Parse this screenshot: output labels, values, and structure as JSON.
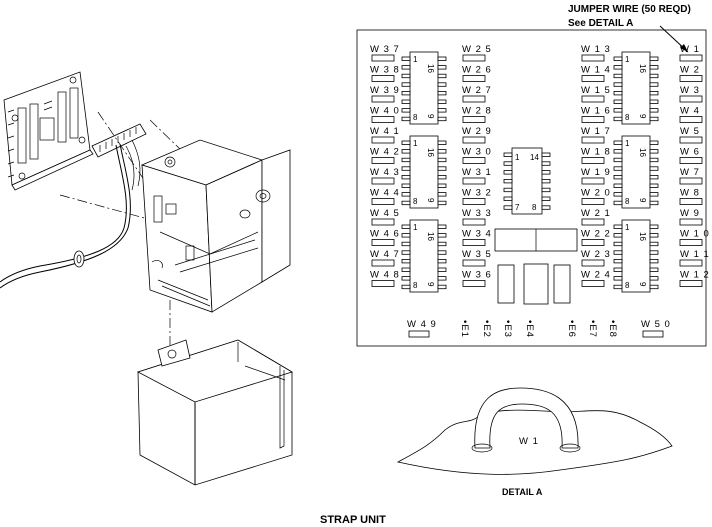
{
  "title": "STRAP UNIT",
  "callout": {
    "title": "JUMPER WIRE (50 REQD)",
    "subtitle": "See DETAIL A"
  },
  "detail": {
    "caption": "DETAIL A",
    "jumper_label": "W 1"
  },
  "board": {
    "col1_straps": [
      "W 3 7",
      "W 3 8",
      "W 3 9",
      "W 4 0",
      "W 4 1",
      "W 4 2",
      "W 4 3",
      "W 4 4",
      "W 4 5",
      "W 4 6",
      "W 4 7",
      "W 4 8"
    ],
    "col2_straps": [
      "W 2 5",
      "W 2 6",
      "W 2 7",
      "W 2 8",
      "W 2 9",
      "W 3 0",
      "W 3 1",
      "W 3 2",
      "W 3 3",
      "W 3 4",
      "W 3 5",
      "W 3 6"
    ],
    "col3_straps": [
      "W 1 3",
      "W 1 4",
      "W 1 5",
      "W 1 6",
      "W 1 7",
      "W 1 8",
      "W 1 9",
      "W 2 0",
      "W 2 1",
      "W 2 2",
      "W 2 3",
      "W 2 4"
    ],
    "col4_straps": [
      "W 1",
      "W 2",
      "W 3",
      "W 4",
      "W 5",
      "W 6",
      "W 7",
      "W 8",
      "W 9",
      "W 1 0",
      "W 1 1",
      "W 1 2"
    ],
    "bottom_straps": [
      "W 4 9",
      "W 5 0"
    ],
    "test_points": [
      "•E1",
      "•E2",
      "•E3",
      "•E4",
      "•E6",
      "•E7",
      "•E8"
    ],
    "ic_pins": {
      "large": [
        "1",
        "16",
        "8",
        "9"
      ],
      "small": [
        "1",
        "14",
        "7",
        "8"
      ]
    }
  }
}
